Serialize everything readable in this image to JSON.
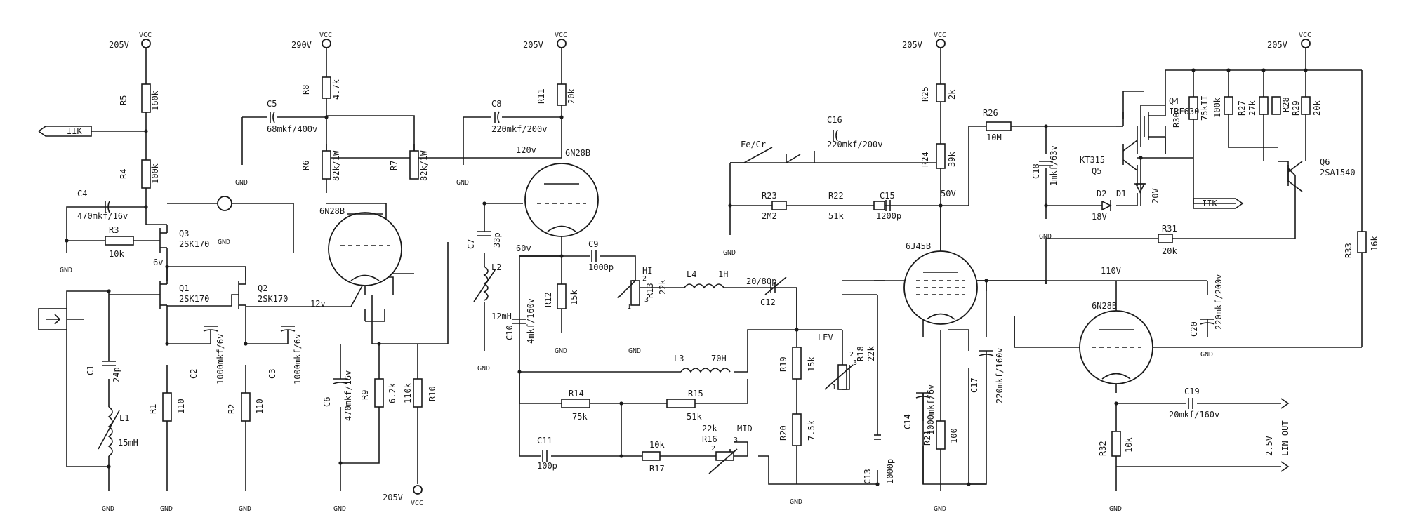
{
  "rails": {
    "v205": "205V",
    "v290": "290V",
    "vcc": "VCC",
    "gnd": "GND"
  },
  "nodes": {
    "v6": "6v",
    "v12": "12v",
    "v120": "120v",
    "v60": "60v",
    "v50": "50V",
    "v110": "110V"
  },
  "resistors": {
    "r1": {
      "ref": "R1",
      "value": "110"
    },
    "r2": {
      "ref": "R2",
      "value": "110"
    },
    "r3": {
      "ref": "R3",
      "value": "10k"
    },
    "r4": {
      "ref": "R4",
      "value": "100k"
    },
    "r5": {
      "ref": "R5",
      "value": "160k"
    },
    "r6": {
      "ref": "R6",
      "value": "82k/1W"
    },
    "r7": {
      "ref": "R7",
      "value": "82k/1W"
    },
    "r8": {
      "ref": "R8",
      "value": "4.7k"
    },
    "r9": {
      "ref": "R9",
      "value": "6.2k"
    },
    "r10": {
      "ref": "R10",
      "value": "110k"
    },
    "r11": {
      "ref": "R11",
      "value": "20k"
    },
    "r12": {
      "ref": "R12",
      "value": "15k"
    },
    "r13": {
      "ref": "R13",
      "value": "22k"
    },
    "r14": {
      "ref": "R14",
      "value": "75k"
    },
    "r15": {
      "ref": "R15",
      "value": "51k"
    },
    "r16": {
      "ref": "R16",
      "value": "22k"
    },
    "r17": {
      "ref": "R17",
      "value": "10k"
    },
    "r18": {
      "ref": "R18",
      "value": "22k"
    },
    "r19": {
      "ref": "R19",
      "value": "15k"
    },
    "r20": {
      "ref": "R20",
      "value": "7.5k"
    },
    "r21": {
      "ref": "R21",
      "value": "100"
    },
    "r22": {
      "ref": "R22",
      "value": "51k"
    },
    "r23": {
      "ref": "R23",
      "value": "2M2"
    },
    "r24": {
      "ref": "R24",
      "value": "39k"
    },
    "r25": {
      "ref": "R25",
      "value": "2k"
    },
    "r26": {
      "ref": "R26",
      "value": "10M"
    },
    "r27": {
      "ref": "R27",
      "value": "27k"
    },
    "r28": {
      "ref": "R28",
      "value": ""
    },
    "r29": {
      "ref": "R29",
      "value": "20k"
    },
    "r30": {
      "ref": "R30",
      "value": "75kII"
    },
    "r31": {
      "ref": "R31",
      "value": "20k"
    },
    "r32": {
      "ref": "R32",
      "value": "10k"
    },
    "r33": {
      "ref": "R33",
      "value": "16k"
    },
    "r100k": {
      "ref": "",
      "value": "100k"
    }
  },
  "capacitors": {
    "c1": {
      "ref": "C1",
      "value": "24p"
    },
    "c2": {
      "ref": "C2",
      "value": "1000mkf/6v"
    },
    "c3": {
      "ref": "C3",
      "value": "1000mkf/6v"
    },
    "c4": {
      "ref": "C4",
      "value": "470mkf/16v"
    },
    "c5": {
      "ref": "C5",
      "value": "68mkf/400v"
    },
    "c6": {
      "ref": "C6",
      "value": "470mkf/16v"
    },
    "c7": {
      "ref": "C7",
      "value": "33p"
    },
    "c8": {
      "ref": "C8",
      "value": "220mkf/200v"
    },
    "c9": {
      "ref": "C9",
      "value": "1000p"
    },
    "c10": {
      "ref": "C10",
      "value": "4mkf/160v"
    },
    "c11": {
      "ref": "C11",
      "value": "100p"
    },
    "c12": {
      "ref": "C12",
      "value": "20/80p"
    },
    "c13": {
      "ref": "C13",
      "value": "1000p"
    },
    "c14": {
      "ref": "C14",
      "value": "1000mkf/6v"
    },
    "c15": {
      "ref": "C15",
      "value": "1200p"
    },
    "c16": {
      "ref": "C16",
      "value": "220mkf/200v"
    },
    "c17": {
      "ref": "C17",
      "value": "220mkf/160v"
    },
    "c18": {
      "ref": "C18",
      "value": "1mkf/63v"
    },
    "c19": {
      "ref": "C19",
      "value": "20mkf/160v"
    },
    "c20": {
      "ref": "C20",
      "value": "220mkf/200v"
    }
  },
  "inductors": {
    "l1": {
      "ref": "L1",
      "value": "15mH"
    },
    "l2": {
      "ref": "L2",
      "value": "12mH"
    },
    "l3": {
      "ref": "L3",
      "value": "70H"
    },
    "l4": {
      "ref": "L4",
      "value": "1H"
    }
  },
  "transistors": {
    "q1": {
      "ref": "Q1",
      "part": "2SK170"
    },
    "q2": {
      "ref": "Q2",
      "part": "2SK170"
    },
    "q3": {
      "ref": "Q3",
      "part": "2SK170"
    },
    "q4": {
      "ref": "Q4",
      "part": "IRF630"
    },
    "q5": {
      "ref": "Q5",
      "part": "KT315"
    },
    "q6": {
      "ref": "Q6",
      "part": "2SA1540"
    }
  },
  "tubes": {
    "t1": "6N28B",
    "t2": "6N28B",
    "t3": "6J45B",
    "t4": "6N28B"
  },
  "diodes": {
    "d1": {
      "ref": "D1",
      "value": "20V"
    },
    "d2": {
      "ref": "D2",
      "value": "18V"
    }
  },
  "controls": {
    "hi": "HI",
    "mid": "MID",
    "lev": "LEV",
    "switch": "Fe/Cr"
  },
  "pins": {
    "p1": "1",
    "p2": "2",
    "p3": "3"
  },
  "ports": {
    "ik": "IIK"
  },
  "output": {
    "level": "2.5V",
    "label": "LIN OUT"
  }
}
